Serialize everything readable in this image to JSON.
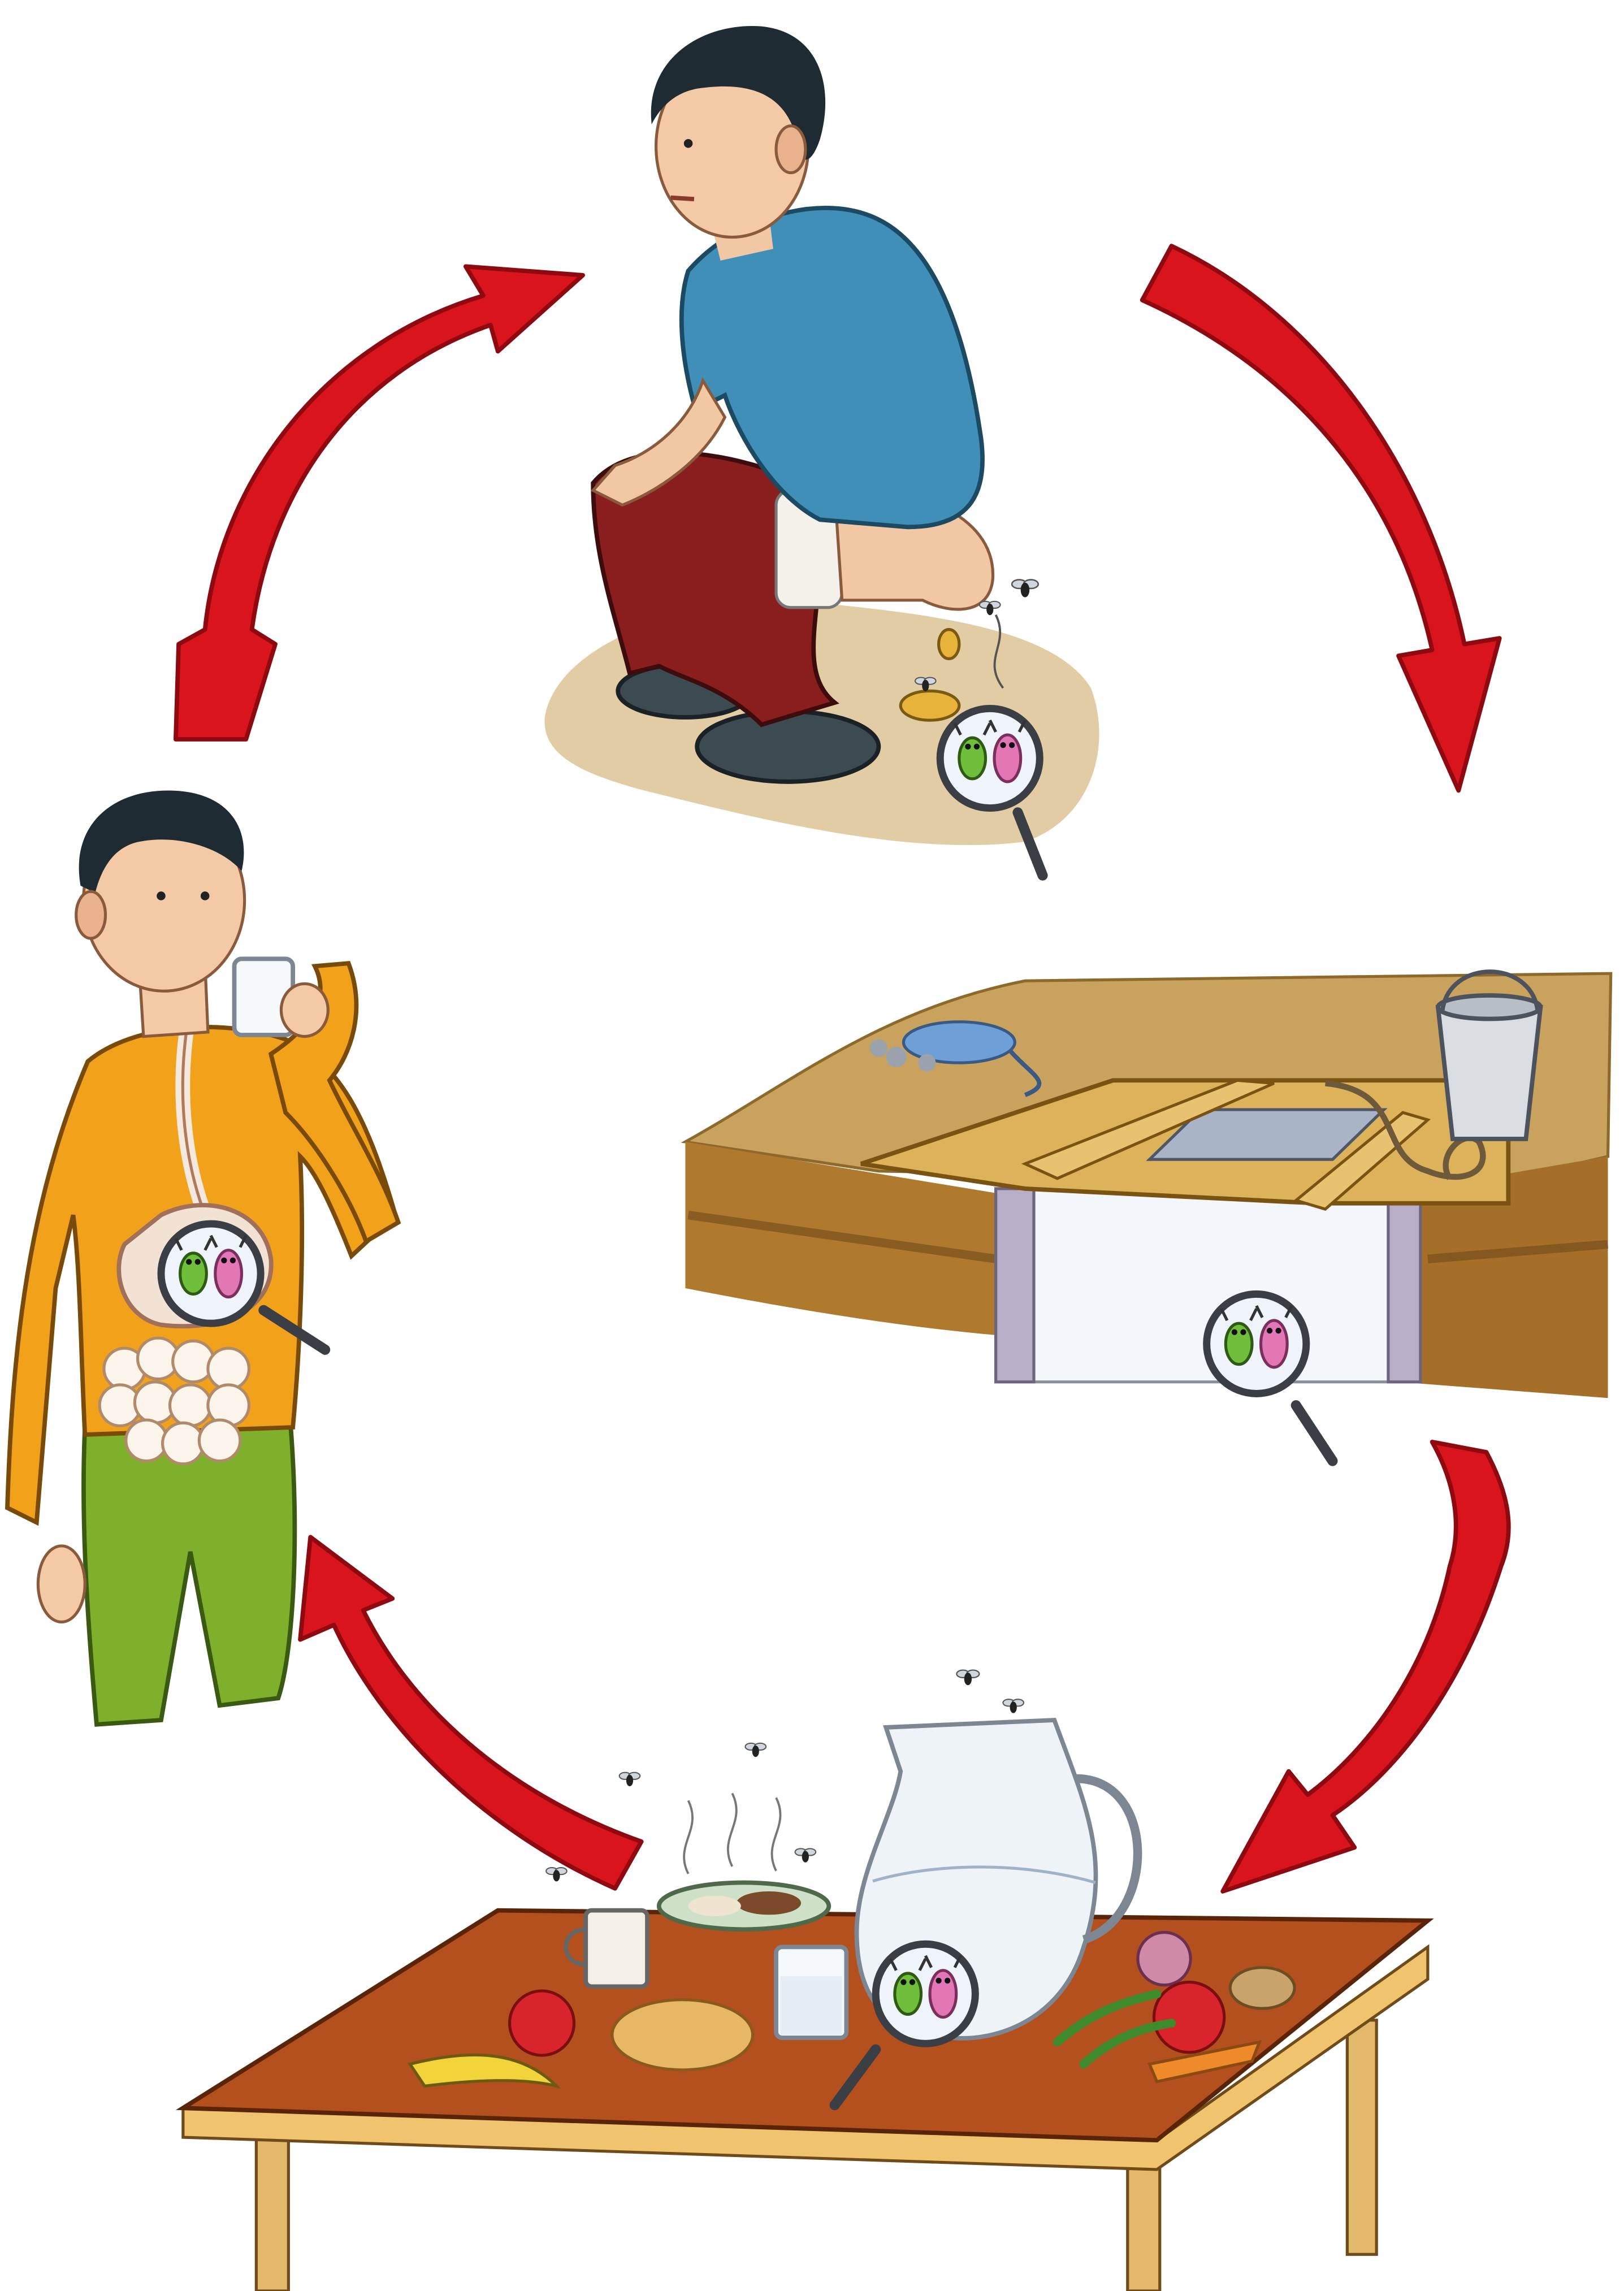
{
  "colors": {
    "background": "#ffffff",
    "arrow": "#d9141c",
    "arrow_edge": "#8f0a10",
    "shirt_blue": "#3f8fb8",
    "trousers_maroon": "#8a1e1e",
    "sweater_yellow": "#f2a21a",
    "trousers_green": "#7fb02b",
    "hair": "#1f2b33",
    "skin": "#f4c9a6",
    "soil": "#b8863e",
    "table_wood": "#b4501e",
    "water": "#eef3f8"
  },
  "cycle_order": [
    "child-defecating-outdoors",
    "contaminated-water-well",
    "contaminated-food-on-table",
    "child-drinking-water"
  ],
  "icons": [
    "magnifying-glass-icon",
    "germ-icon",
    "fly-icon",
    "bucket-icon",
    "jug-icon",
    "cup-icon",
    "glass-icon",
    "arrow-icon"
  ]
}
